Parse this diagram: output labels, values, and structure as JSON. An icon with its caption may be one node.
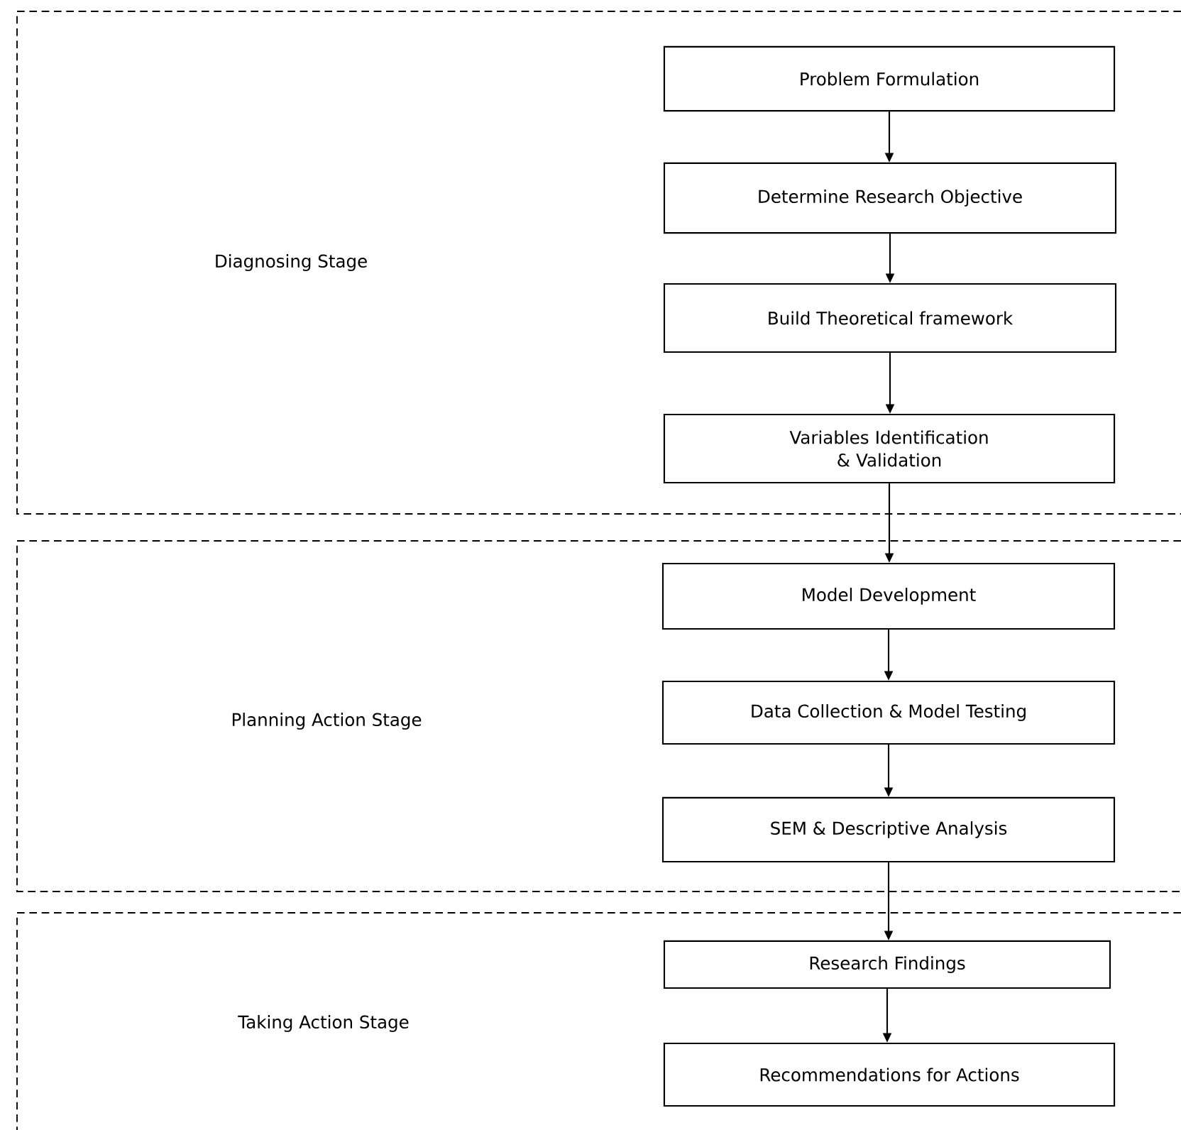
{
  "diagram": {
    "nodes": [
      {
        "text": [
          "Diagnosing Stage"
        ]
      },
      {
        "text": [
          "Problem Formulation"
        ],
        "in": 0
      },
      {
        "text": [
          "Determine Research Objective"
        ],
        "in": 0
      },
      {
        "text": [
          "Build  Theoretical framework"
        ],
        "in": 0
      },
      {
        "text": [
          "Variables Identification & Validation"
        ],
        "in": 0
      },
      {
        "text": [
          "Planning Action Stage"
        ]
      },
      {
        "text": [
          "Model Development"
        ],
        "in": 5
      },
      {
        "text": [
          "Data Collection & Model Testing"
        ],
        "in": 5
      },
      {
        "text": [
          "SEM & Descriptive Analysis"
        ],
        "in": 5
      },
      {
        "text": [
          "Taking Action Stage"
        ]
      },
      {
        "text": [
          "Research Findings"
        ],
        "in": 9
      },
      {
        "text": [
          "Recommendations for Actions"
        ],
        "in": 9
      }
    ],
    "edges": [
      {
        "from": 1,
        "to": 2,
        "arrow": "to"
      },
      {
        "from": 2,
        "to": 3,
        "arrow": "to"
      },
      {
        "from": 3,
        "to": 4,
        "arrow": "to"
      },
      {
        "from": 4,
        "to": 6,
        "arrow": "to"
      },
      {
        "from": 6,
        "to": 7,
        "arrow": "to"
      },
      {
        "from": 7,
        "to": 8,
        "arrow": "to"
      },
      {
        "from": 8,
        "to": 10,
        "arrow": "to"
      },
      {
        "from": 10,
        "to": 11,
        "arrow": "to"
      }
    ]
  }
}
